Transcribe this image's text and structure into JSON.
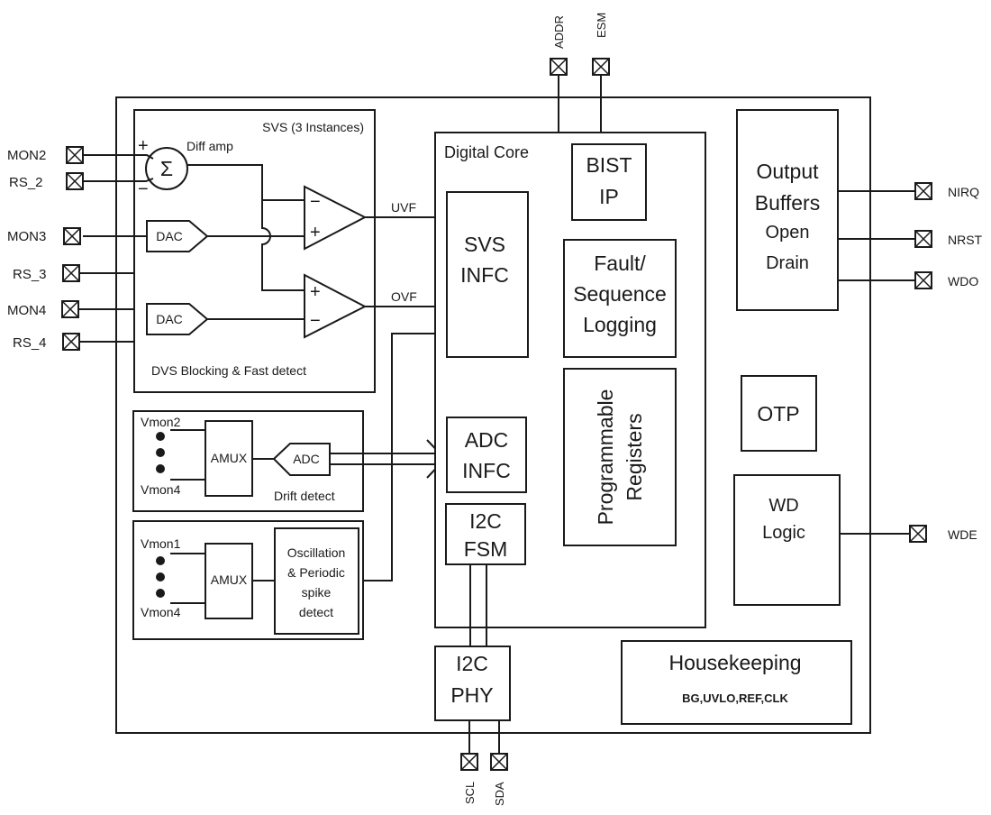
{
  "pins": {
    "mon2": "MON2",
    "rs2": "RS_2",
    "mon3": "MON3",
    "rs3": "RS_3",
    "mon4": "MON4",
    "rs4": "RS_4",
    "addr": "ADDR",
    "esm": "ESM",
    "nirq": "NIRQ",
    "nrst": "NRST",
    "wdo": "WDO",
    "wde": "WDE",
    "scl": "SCL",
    "sda": "SDA"
  },
  "svs": {
    "title": "SVS (3 Instances)",
    "diff_amp": "Diff amp",
    "sum_symbol": "Σ",
    "plus": "+",
    "minus": "−",
    "dac1": "DAC",
    "dac2": "DAC",
    "footer": "DVS Blocking  & Fast detect",
    "uvf": "UVF",
    "ovf": "OVF"
  },
  "drift": {
    "vmon_top": "Vmon2",
    "vmon_bottom": "Vmon4",
    "amux": "AMUX",
    "adc": "ADC",
    "label": "Drift detect"
  },
  "oscillation": {
    "vmon_top": "Vmon1",
    "vmon_bottom": "Vmon4",
    "amux": "AMUX",
    "detect_lines": [
      "Oscillation",
      "& Periodic",
      "spike",
      "detect"
    ]
  },
  "digital_core": {
    "title": "Digital Core",
    "bist": [
      "BIST",
      "IP"
    ],
    "svs_infc": [
      "SVS",
      "INFC"
    ],
    "fault": [
      "Fault/",
      "Sequence",
      "Logging"
    ],
    "registers": [
      "Programmable",
      "Registers"
    ],
    "adc_infc": [
      "ADC",
      "INFC"
    ],
    "i2c_fsm": [
      "I2C",
      "FSM"
    ]
  },
  "i2c_phy": [
    "I2C",
    "PHY"
  ],
  "output_buffers": [
    "Output",
    "Buffers",
    "Open",
    "Drain"
  ],
  "otp": "OTP",
  "wd_logic": [
    "WD",
    "Logic"
  ],
  "housekeeping": {
    "title": "Housekeeping",
    "sub": "BG,UVLO,REF,CLK"
  }
}
